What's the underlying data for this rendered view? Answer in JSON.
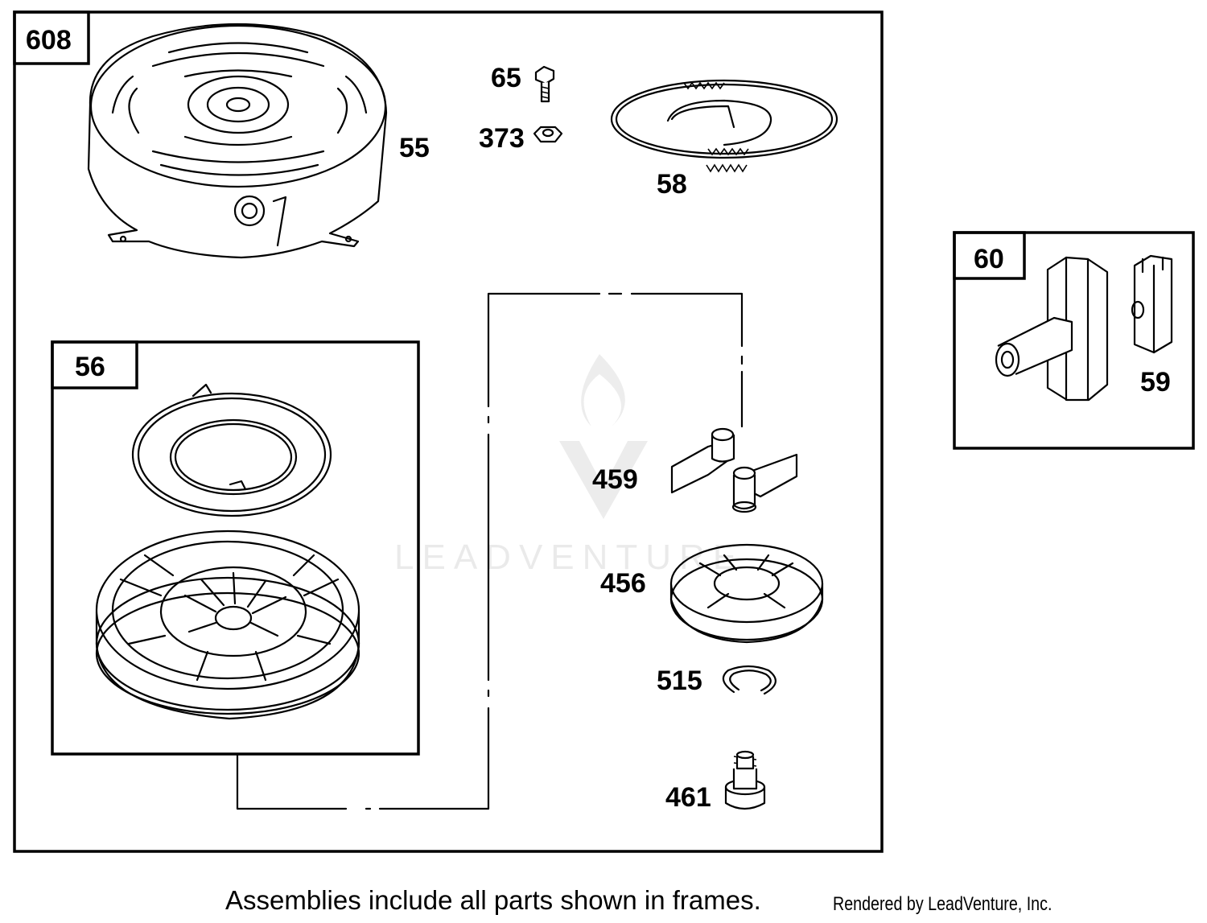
{
  "frames": {
    "main": "608",
    "rewind": "56",
    "handle": "60"
  },
  "parts": {
    "housing": "55",
    "screw": "65",
    "nut": "373",
    "rope": "58",
    "dog": "459",
    "retainer": "456",
    "ring": "515",
    "pin": "461",
    "handle_insert": "59"
  },
  "footer": {
    "caption": "Assemblies include all parts shown in frames.",
    "rendered_by": "Rendered by LeadVenture, Inc."
  },
  "watermark": {
    "text": "LEADVENTURE"
  }
}
